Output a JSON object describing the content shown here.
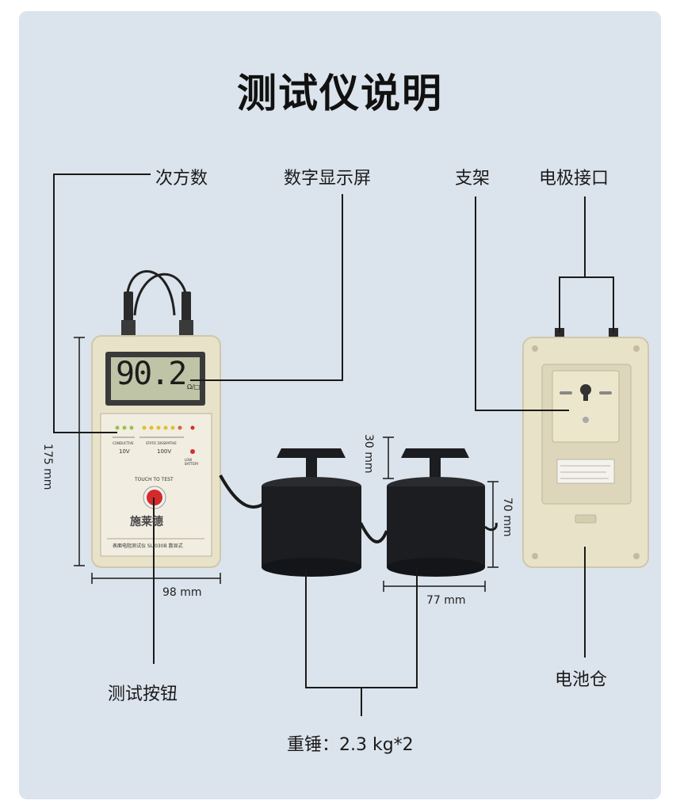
{
  "title": "测试仪说明",
  "callouts": {
    "range": "次方数",
    "display": "数字显示屏",
    "stand": "支架",
    "electrode": "电极接口",
    "battery": "电池仓",
    "button": "测试按钮",
    "weight": "重锤：2.3 kg*2"
  },
  "dimensions": {
    "height": "175 mm",
    "width": "98 mm",
    "handle": "30 mm",
    "weight_height": "70 mm",
    "weight_diameter": "77 mm"
  },
  "device": {
    "reading": "90.2",
    "unit": "Ω/□",
    "button_caption": "TOUCH TO TEST",
    "brand": "施莱德",
    "model": "表面电阻测试仪 SL-030B 数显式",
    "scale_left": "10V",
    "scale_right": "100V",
    "section_left": "CONDUCTIVE",
    "section_right": "STATIC DISSIPATIVE",
    "indicator_low": "LOW BATTERY"
  },
  "colors": {
    "background": "#dbe3ec",
    "device_body": "#e8e2c8",
    "lcd": "#bfc4a6",
    "weight": "#1c1d20",
    "button": "#d42a2a"
  }
}
